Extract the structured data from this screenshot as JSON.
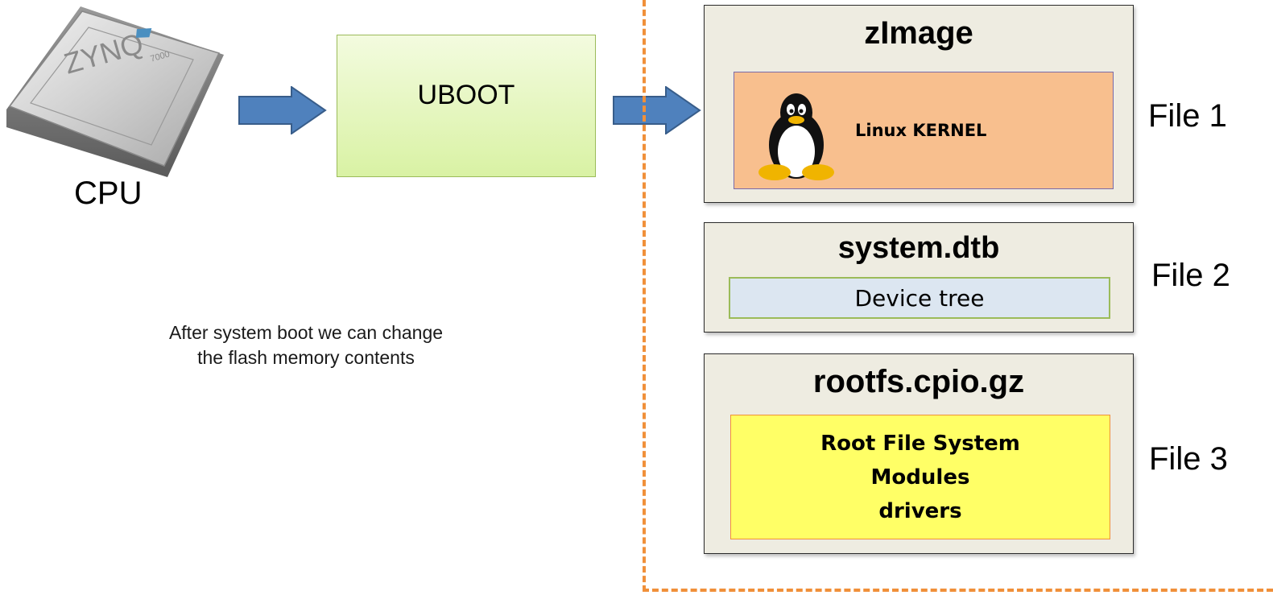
{
  "cpu": {
    "chip_text": "ZYNQ",
    "chip_subtext": "7000",
    "label": "CPU"
  },
  "uboot": {
    "label": "UBOOT"
  },
  "note": {
    "text": "After system boot we can change\nthe flash memory contents"
  },
  "files": [
    {
      "title": "zImage",
      "content": "Linux KERNEL",
      "label": "File 1"
    },
    {
      "title": "system.dtb",
      "content": "Device tree",
      "label": "File 2"
    },
    {
      "title": "rootfs.cpio.gz",
      "content_lines": [
        "Root File System",
        "Modules",
        "drivers"
      ],
      "label": "File 3"
    }
  ],
  "colors": {
    "uboot_fill": "#d9f2a4",
    "kernel_fill": "#f8bf8e",
    "devtree_fill": "#dce6f1",
    "rootfs_fill": "#ffff66",
    "file_box_fill": "#eeece1",
    "arrow_fill": "#4f81bd",
    "boundary": "#f0903a"
  },
  "icons": [
    "zynq-chip-icon",
    "tux-penguin-icon",
    "right-arrow-icon"
  ]
}
